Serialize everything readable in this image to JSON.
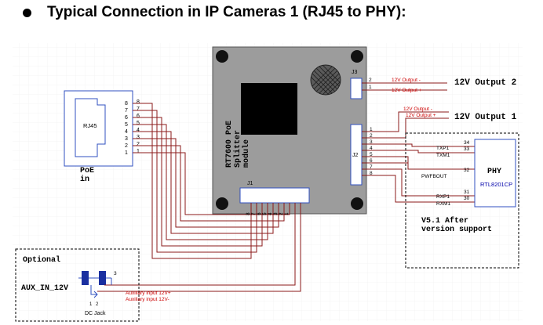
{
  "heading": "Typical Connection in IP Cameras 1 (RJ45 to PHY):",
  "module": {
    "label_lines": [
      "RT7600 PoE",
      "Splitter",
      "module"
    ],
    "j1": "J1",
    "j2": "J2",
    "j3": "J3",
    "j1_pins": [
      "8",
      "7",
      "6",
      "5",
      "4",
      "3",
      "2",
      "1"
    ],
    "j2_pins": [
      "1",
      "2",
      "3",
      "4",
      "5",
      "6",
      "7",
      "8"
    ],
    "j3_pins": [
      "2",
      "1"
    ]
  },
  "rj45": {
    "label": "RJ45",
    "caption_lines": [
      "PoE",
      "in"
    ],
    "pins": [
      "8",
      "7",
      "6",
      "5",
      "4",
      "3",
      "2",
      "1"
    ]
  },
  "outputs": {
    "out2_minus": "12V Output -",
    "out2_plus": "12V Output +",
    "out1_minus": "12V Output -",
    "out1_plus": "12V Output +",
    "label2": "12V  Output 2",
    "label1": "12V  Output 1"
  },
  "phy": {
    "title": "PHY",
    "chip": "RTL8201CP",
    "signals": [
      "TXP1",
      "TXM1",
      "PWFBOUT",
      "RXP1",
      "RXM1"
    ],
    "pins": [
      "34",
      "33",
      "32",
      "31",
      "30"
    ],
    "note_lines": [
      "V5.1 After",
      "version support"
    ]
  },
  "optional": {
    "title": "Optional",
    "aux": "AUX_IN_12V",
    "jack_label": "DC Jack",
    "jack_pins": [
      "3",
      "1",
      "2"
    ],
    "aux_plus": "Auxiliary input 12V+",
    "aux_minus": "Auxiliary input 12V-"
  }
}
